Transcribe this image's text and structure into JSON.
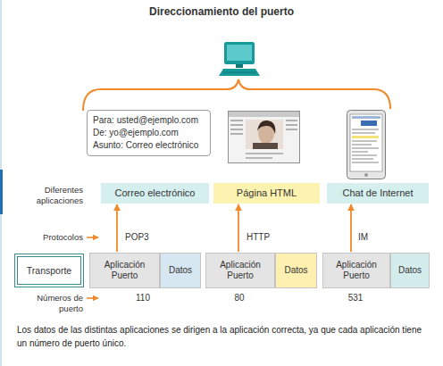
{
  "diagram": {
    "title": "Direccionamiento del puerto",
    "caption": "Los datos de las distintas aplicaciones se dirigen a la aplicación correcta, ya que cada aplicación tiene un número de puerto único.",
    "nodes": [
      {
        "text": [
          "Para: usted@ejemplo.com",
          "De: yo@ejemplo.com",
          "Asunto: Correo electrónico"
        ]
      },
      {
        "text": [
          "Correo electrónico"
        ]
      },
      {
        "text": [
          "Página HTML"
        ]
      },
      {
        "text": [
          "Chat de Internet"
        ]
      },
      {
        "text": [
          "Transporte"
        ]
      },
      {
        "text": [
          "Aplicación Puerto"
        ]
      },
      {
        "text": [
          "Datos"
        ]
      },
      {
        "text": [
          "Aplicación Puerto"
        ]
      },
      {
        "text": [
          "Datos"
        ]
      },
      {
        "text": [
          "Aplicación Puerto"
        ]
      },
      {
        "text": [
          "Datos"
        ]
      }
    ],
    "edges": [
      {
        "from": 5,
        "to": 1,
        "arrow": "to"
      },
      {
        "from": 7,
        "to": 2,
        "arrow": "to"
      },
      {
        "from": 9,
        "to": 3,
        "arrow": "to"
      }
    ],
    "labels": [
      "Diferentes aplicaciones",
      "Protocolos",
      "POP3",
      "HTTP",
      "IM",
      "Números de puerto",
      "110",
      "80",
      "531"
    ]
  }
}
